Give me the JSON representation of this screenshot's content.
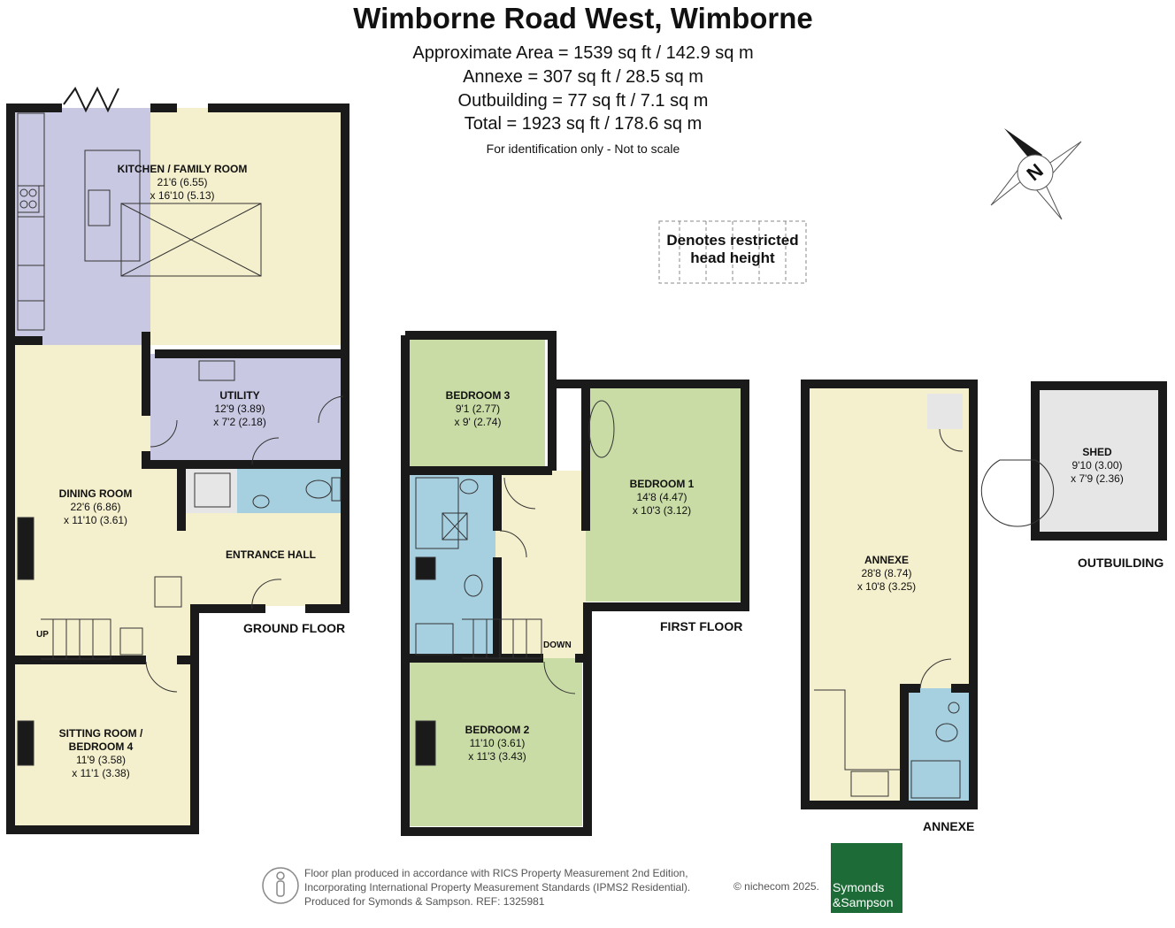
{
  "header": {
    "title": "Wimborne Road West, Wimborne",
    "areas": [
      "Approximate Area = 1539 sq ft / 142.9 sq m",
      "Annexe = 307 sq ft / 28.5 sq m",
      "Outbuilding = 77 sq ft / 7.1 sq m",
      "Total = 1923 sq ft / 178.6 sq m"
    ],
    "note": "For identification only - Not to scale"
  },
  "legend": {
    "line1": "Denotes restricted",
    "line2": "head height"
  },
  "compass": {
    "letter": "N"
  },
  "rooms": {
    "kitchen": {
      "name": "KITCHEN / FAMILY ROOM",
      "dim1": "21'6 (6.55)",
      "dim2": "x 16'10 (5.13)"
    },
    "utility": {
      "name": "UTILITY",
      "dim1": "12'9 (3.89)",
      "dim2": "x 7'2 (2.18)"
    },
    "dining": {
      "name": "DINING ROOM",
      "dim1": "22'6 (6.86)",
      "dim2": "x 11'10 (3.61)"
    },
    "hall": {
      "name": "ENTRANCE HALL"
    },
    "sitting": {
      "name1": "SITTING ROOM /",
      "name2": "BEDROOM 4",
      "dim1": "11'9 (3.58)",
      "dim2": "x 11'1 (3.38)"
    },
    "bed3": {
      "name": "BEDROOM 3",
      "dim1": "9'1 (2.77)",
      "dim2": "x 9' (2.74)"
    },
    "bed1": {
      "name": "BEDROOM 1",
      "dim1": "14'8 (4.47)",
      "dim2": "x 10'3 (3.12)"
    },
    "bed2": {
      "name": "BEDROOM 2",
      "dim1": "11'10 (3.61)",
      "dim2": "x 11'3 (3.43)"
    },
    "annexe": {
      "name": "ANNEXE",
      "dim1": "28'8 (8.74)",
      "dim2": "x 10'8 (3.25)"
    },
    "shed": {
      "name": "SHED",
      "dim1": "9'10 (3.00)",
      "dim2": "x 7'9 (2.36)"
    }
  },
  "stairs": {
    "up": "UP",
    "down": "DOWN"
  },
  "floors": {
    "ground": "GROUND FLOOR",
    "first": "FIRST FLOOR",
    "annexe": "ANNEXE",
    "outbuilding": "OUTBUILDING"
  },
  "footer": {
    "line1": "Floor plan produced in accordance with RICS Property Measurement 2nd Edition,",
    "line2": "Incorporating International Property Measurement Standards (IPMS2 Residential).",
    "line3": "Produced for Symonds & Sampson.   REF:  1325981",
    "copyright": "© nichecom 2025.",
    "brand_line1": "Symonds",
    "brand_line2": "&Sampson"
  },
  "colors": {
    "cream": "#f4efcc",
    "lavender": "#c8c8e2",
    "green": "#c9dca6",
    "blue": "#a6cfe0",
    "grey": "#e6e6e6",
    "wall": "#1a1a1a",
    "brand": "#1d6b36"
  }
}
